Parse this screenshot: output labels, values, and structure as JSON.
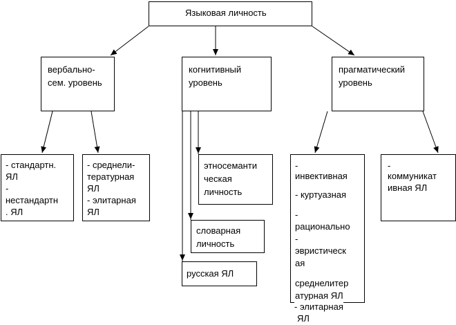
{
  "diagram": {
    "root": {
      "label": "Языковая личность"
    },
    "levels": {
      "verbal": {
        "label": [
          "вербально-",
          "сем. уровень"
        ]
      },
      "cognitive": {
        "label": [
          "когнитивный",
          "уровень"
        ]
      },
      "pragmatic": {
        "label": [
          "прагматический",
          "уровень"
        ]
      }
    },
    "verbal_children": {
      "left": [
        "- стандартн.",
        "ЯЛ",
        "-",
        "нестандартн",
        ". ЯЛ"
      ],
      "right": [
        "- среднели-",
        "тературная",
        "ЯЛ",
        "- элитарная",
        "ЯЛ"
      ]
    },
    "cognitive_children": {
      "ethno": [
        "этносеманти",
        "ческая",
        "личность"
      ],
      "lexicon": [
        "словарная",
        "личность"
      ],
      "russian": [
        "русская ЯЛ"
      ]
    },
    "pragmatic_children": {
      "types": [
        "-",
        "инвективная",
        "- куртуазная",
        "-",
        "рационально",
        "-",
        "эвристическ",
        "ая",
        "среднелитер",
        "атурная ЯЛ",
        "- элитарная",
        "ЯЛ"
      ],
      "communicative": [
        "-",
        "коммуникат",
        "ивная ЯЛ"
      ]
    }
  }
}
